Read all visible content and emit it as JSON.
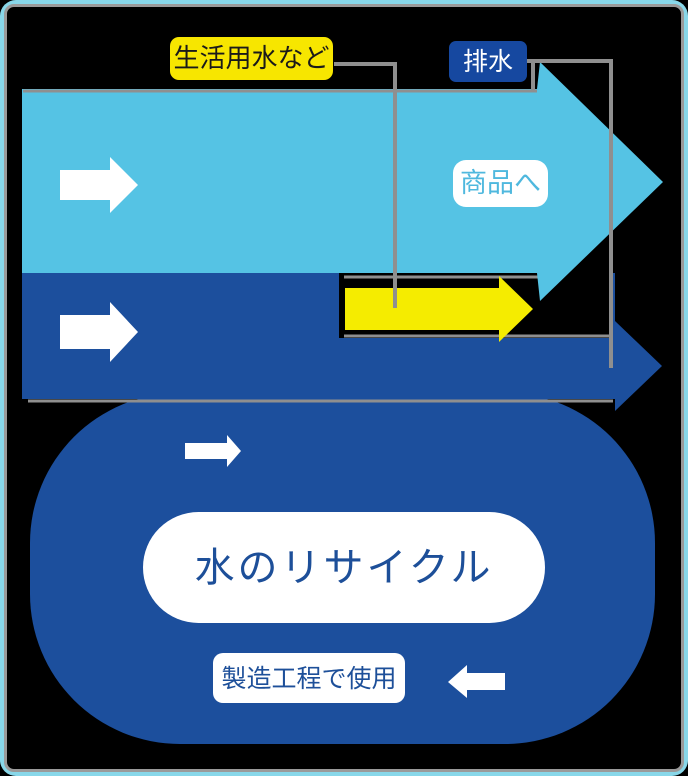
{
  "labels": {
    "domestic_water": "生活用水など",
    "drainage": "排水",
    "to_products": "商品へ",
    "recycle_title": "水のリサイクル",
    "manufacturing_use": "製造工程で使用"
  },
  "colors": {
    "frame": "#88d7e9",
    "background": "#000000",
    "light_blue": "#55c3e4",
    "dark_blue": "#1c4f9d",
    "yellow": "#f5ec00",
    "label_yellow_bg": "#f7e600",
    "drain_label_bg": "#1648a0",
    "white": "#ffffff",
    "gray_line": "#8f8f8f",
    "recycle_text": "#1d4f99",
    "products_text": "#4fb8de"
  },
  "arrows": [
    {
      "name": "light-blue-flow-arrow",
      "direction": "right"
    },
    {
      "name": "dark-blue-flow-arrow",
      "direction": "right"
    },
    {
      "name": "yellow-branch-arrow",
      "direction": "right"
    },
    {
      "name": "white-arrow-in-light-flow",
      "direction": "right"
    },
    {
      "name": "white-arrow-in-dark-flow",
      "direction": "right"
    },
    {
      "name": "recycle-loop-arrow-top",
      "direction": "right"
    },
    {
      "name": "recycle-loop-arrow-bottom",
      "direction": "left"
    }
  ]
}
